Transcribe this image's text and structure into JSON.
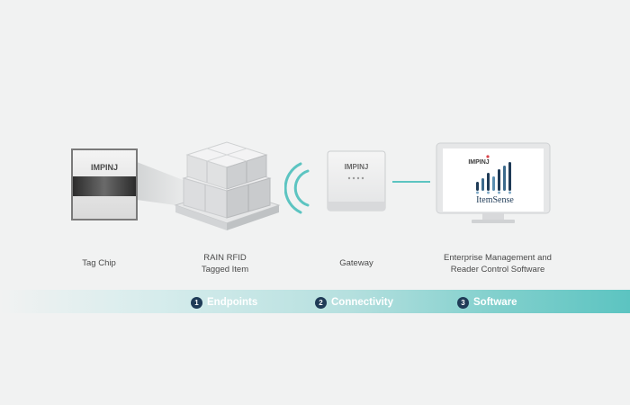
{
  "brand": {
    "logo_text": "IMPINJ",
    "app_name": "ItemSense",
    "colors": {
      "teal": "#5cc4c1",
      "navy": "#1f3b57",
      "accent_red": "#d9444b",
      "background": "#f1f2f2"
    }
  },
  "nodes": [
    {
      "label_lines": [
        "Tag Chip"
      ]
    },
    {
      "label_lines": [
        "RAIN RFID",
        "Tagged Item"
      ]
    },
    {
      "label_lines": [
        "Gateway"
      ]
    },
    {
      "label_lines": [
        "Enterprise Management and",
        "Reader Control Software"
      ]
    }
  ],
  "steps": [
    {
      "number": "1",
      "label": "Endpoints"
    },
    {
      "number": "2",
      "label": "Connectivity"
    },
    {
      "number": "3",
      "label": "Software"
    }
  ],
  "icons": [
    "chip-icon",
    "pallet-boxes-icon",
    "wireless-signal-icon",
    "gateway-icon",
    "monitor-icon",
    "itemsense-bars-icon"
  ]
}
